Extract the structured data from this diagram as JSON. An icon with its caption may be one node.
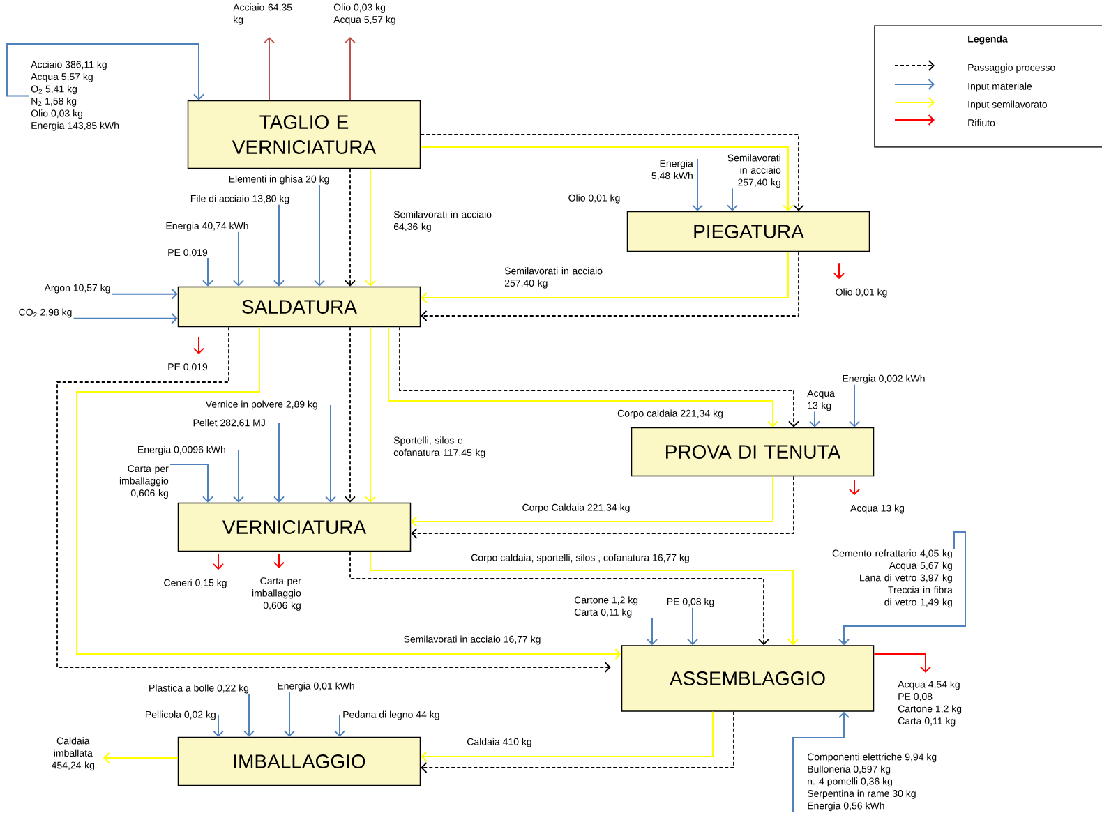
{
  "diagram": {
    "nodes": [
      {
        "text": [
          "TAGLIO E VERNICIATURA"
        ]
      },
      {
        "text": [
          "PIEGATURA"
        ]
      },
      {
        "text": [
          "SALDATURA"
        ]
      },
      {
        "text": [
          "PROVA DI TENUTA"
        ]
      },
      {
        "text": [
          "VERNICIATURA"
        ]
      },
      {
        "text": [
          "ASSEMBLAGGIO"
        ]
      },
      {
        "text": [
          "IMBALLAGGIO"
        ]
      },
      {
        "text": [
          "Acciaio 386,11 kg",
          "Acqua 5,57 kg",
          "O$_{2}$ 5,41 kg",
          "N$_{2}$ 1,58 kg",
          "Olio 0,03 kg",
          "Energia 143,85 kWh"
        ]
      },
      {
        "text": [
          "Acciaio 64,35 kg"
        ]
      },
      {
        "text": [
          "Olio 0,03 kg",
          "Acqua  5,57 kg"
        ]
      },
      {
        "text": [
          "Elementi in ghisa 20 kg"
        ]
      },
      {
        "text": [
          "File di acciaio 13,80 kg"
        ]
      },
      {
        "text": [
          "Energia  40,74 kWh"
        ]
      },
      {
        "text": [
          "PE 0,019"
        ]
      },
      {
        "text": [
          "Argon 10,57 kg"
        ]
      },
      {
        "text": [
          "CO$_{2}$ 2,98 kg"
        ]
      },
      {
        "text": [
          "PE 0,019"
        ]
      },
      {
        "text": [
          "Energia 5,48 kWh"
        ]
      },
      {
        "text": [
          "Semilavorati in acciaio 257,40 kg"
        ]
      },
      {
        "text": [
          "Olio 0,01 kg"
        ]
      },
      {
        "text": [
          "Acqua 13 kg"
        ]
      },
      {
        "text": [
          "Energia 0,002 kWh"
        ]
      },
      {
        "text": [
          "Acqua 13 kg"
        ]
      },
      {
        "text": [
          "Vernice in polvere  2,89 kg"
        ]
      },
      {
        "text": [
          "Pellet 282,61 MJ"
        ]
      },
      {
        "text": [
          "Energia  0,0096 kWh"
        ]
      },
      {
        "text": [
          "Carta per imballaggio 0,606 kg"
        ]
      },
      {
        "text": [
          "Ceneri 0,15 kg"
        ]
      },
      {
        "text": [
          "Carta per imballaggio 0,606 kg"
        ]
      },
      {
        "text": [
          "Cartone 1,2 kg",
          "Carta 0,11 kg"
        ]
      },
      {
        "text": [
          "PE 0,08 kg"
        ]
      },
      {
        "text": [
          "Cemento refrattario 4,05 kg",
          "Acqua 5,67 kg",
          "Lana di vetro 3,97 kg",
          "Treccia in fibra di vetro 1,49 kg"
        ]
      },
      {
        "text": [
          "Acqua 4,54 kg",
          "PE 0,08",
          "Cartone 1,2 kg",
          "Carta 0,11 kg"
        ]
      },
      {
        "text": [
          "Componenti elettriche 9,94 kg",
          "Bulloneria 0,597 kg",
          "n. 4 pomelli 0,36 kg",
          "Serpentina in rame 30 kg",
          "Energia 0,56 kWh"
        ]
      },
      {
        "text": [
          "Plastica a bolle 0,22 kg"
        ]
      },
      {
        "text": [
          "Energia 0,01 kWh"
        ]
      },
      {
        "text": [
          "Pellicola 0,02 kg"
        ]
      },
      {
        "text": [
          "Pedana di legno 44 kg"
        ]
      },
      {
        "text": [
          "Caldaia imballata 454,24 kg"
        ]
      }
    ],
    "edges": [
      {
        "from": 7,
        "to": 0,
        "arrow": "to"
      },
      {
        "from": 0,
        "to": 8,
        "arrow": "to",
        "color": "#c0504d"
      },
      {
        "from": 0,
        "to": 9,
        "arrow": "to",
        "color": "#c0504d"
      },
      {
        "from": 10,
        "to": 2,
        "arrow": "to"
      },
      {
        "from": 11,
        "to": 2,
        "arrow": "to"
      },
      {
        "from": 12,
        "to": 2,
        "arrow": "to"
      },
      {
        "from": 13,
        "to": 2,
        "arrow": "to"
      },
      {
        "from": 14,
        "to": 2,
        "arrow": "to"
      },
      {
        "from": 15,
        "to": 2,
        "arrow": "to"
      },
      {
        "from": 2,
        "to": 16,
        "arrow": "to",
        "color": "#ff0000"
      },
      {
        "from": 17,
        "to": 1,
        "arrow": "to"
      },
      {
        "from": 18,
        "to": 1,
        "arrow": "to"
      },
      {
        "from": 1,
        "to": 19,
        "arrow": "to",
        "color": "#ff0000"
      },
      {
        "from": 20,
        "to": 3,
        "arrow": "to"
      },
      {
        "from": 21,
        "to": 3,
        "arrow": "to"
      },
      {
        "from": 3,
        "to": 22,
        "arrow": "to",
        "color": "#ff0000"
      },
      {
        "from": 23,
        "to": 4,
        "arrow": "to"
      },
      {
        "from": 24,
        "to": 4,
        "arrow": "to"
      },
      {
        "from": 25,
        "to": 4,
        "arrow": "to"
      },
      {
        "from": 26,
        "to": 4,
        "arrow": "to"
      },
      {
        "from": 4,
        "to": 27,
        "arrow": "to",
        "color": "#ff0000"
      },
      {
        "from": 4,
        "to": 28,
        "arrow": "to",
        "color": "#ff0000"
      },
      {
        "from": 29,
        "to": 5,
        "arrow": "to"
      },
      {
        "from": 30,
        "to": 5,
        "arrow": "to"
      },
      {
        "from": 31,
        "to": 5,
        "arrow": "to"
      },
      {
        "from": 5,
        "to": 32,
        "arrow": "to",
        "color": "#ff0000"
      },
      {
        "from": 33,
        "to": 5,
        "arrow": "to"
      },
      {
        "from": 34,
        "to": 6,
        "arrow": "to"
      },
      {
        "from": 35,
        "to": 6,
        "arrow": "to"
      },
      {
        "from": 36,
        "to": 6,
        "arrow": "to"
      },
      {
        "from": 37,
        "to": 6,
        "arrow": "to"
      },
      {
        "from": 6,
        "to": 38,
        "arrow": "to",
        "color": "#ffff00"
      },
      {
        "from": 0,
        "to": 2,
        "arrow": "to",
        "style": "dashed",
        "color": "#000000"
      },
      {
        "from": 0,
        "to": 2,
        "arrow": "to",
        "label": "Semilavorati in acciaio 64,36 kg",
        "color": "#ffff00"
      },
      {
        "from": 0,
        "to": 1,
        "arrow": "to",
        "style": "dashed",
        "color": "#000000"
      },
      {
        "from": 0,
        "to": 1,
        "arrow": "to",
        "color": "#ffff00"
      },
      {
        "from": 1,
        "to": 2,
        "arrow": "to",
        "label": "Semilavorati in acciaio 257,40 kg",
        "color": "#ffff00"
      },
      {
        "from": 1,
        "to": 2,
        "arrow": "to",
        "style": "dashed",
        "color": "#000000"
      },
      {
        "from": 2,
        "to": 4,
        "arrow": "to",
        "style": "dashed",
        "color": "#000000"
      },
      {
        "from": 2,
        "to": 4,
        "arrow": "to",
        "label": "Sportelli, silos e cofanatura 117,45 kg",
        "color": "#ffff00"
      },
      {
        "from": 2,
        "to": 3,
        "arrow": "to",
        "style": "dashed",
        "color": "#000000"
      },
      {
        "from": 2,
        "to": 3,
        "arrow": "to",
        "label": "Corpo caldaia 221,34 kg",
        "color": "#ffff00"
      },
      {
        "from": 2,
        "to": 5,
        "arrow": "to",
        "style": "dashed",
        "color": "#000000"
      },
      {
        "from": 2,
        "to": 5,
        "arrow": "to",
        "label": "Semilavorati in acciaio 16,77 kg",
        "color": "#ffff00"
      },
      {
        "from": 3,
        "to": 4,
        "arrow": "to",
        "label": "Corpo Caldaia 221,34 kg",
        "color": "#ffff00"
      },
      {
        "from": 3,
        "to": 4,
        "arrow": "to",
        "style": "dashed",
        "color": "#000000"
      },
      {
        "from": 4,
        "to": 5,
        "arrow": "to",
        "style": "dashed",
        "color": "#000000"
      },
      {
        "from": 4,
        "to": 5,
        "arrow": "to",
        "label": "Corpo caldaia, sportelli, silos , cofanatura 16,77 kg",
        "color": "#ffff00"
      },
      {
        "from": 5,
        "to": 6,
        "arrow": "to",
        "label": "Caldaia 410 kg",
        "color": "#ffff00"
      },
      {
        "from": 5,
        "to": 6,
        "arrow": "to",
        "style": "dashed",
        "color": "#000000"
      }
    ],
    "labels": [
      "Legenda",
      "Olio 0,01 kg"
    ],
    "legend": [
      {
        "text": "Passaggio processo"
      },
      {
        "text": "Input materiale"
      },
      {
        "text": "Input semilavorato"
      },
      {
        "text": "Rifiuto"
      }
    ]
  }
}
